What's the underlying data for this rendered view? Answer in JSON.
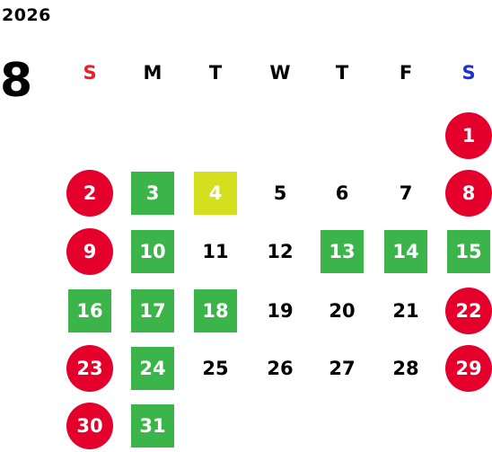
{
  "calendar": {
    "year": "2026",
    "month": "8",
    "weekdays": [
      {
        "label": "S",
        "color": "#e8202a"
      },
      {
        "label": "M",
        "color": "#000000"
      },
      {
        "label": "T",
        "color": "#000000"
      },
      {
        "label": "W",
        "color": "#000000"
      },
      {
        "label": "T",
        "color": "#000000"
      },
      {
        "label": "F",
        "color": "#000000"
      },
      {
        "label": "S",
        "color": "#1f2fd6"
      }
    ],
    "colors": {
      "holiday": "#e4002b",
      "highlight": "#3bb54a",
      "today": "#d4df1e"
    },
    "days": [
      {
        "label": "1",
        "week": 0,
        "col": 6,
        "style": "holiday"
      },
      {
        "label": "2",
        "week": 1,
        "col": 0,
        "style": "holiday"
      },
      {
        "label": "3",
        "week": 1,
        "col": 1,
        "style": "highlight"
      },
      {
        "label": "4",
        "week": 1,
        "col": 2,
        "style": "today"
      },
      {
        "label": "5",
        "week": 1,
        "col": 3,
        "style": "plain"
      },
      {
        "label": "6",
        "week": 1,
        "col": 4,
        "style": "plain"
      },
      {
        "label": "7",
        "week": 1,
        "col": 5,
        "style": "plain"
      },
      {
        "label": "8",
        "week": 1,
        "col": 6,
        "style": "holiday"
      },
      {
        "label": "9",
        "week": 2,
        "col": 0,
        "style": "holiday"
      },
      {
        "label": "10",
        "week": 2,
        "col": 1,
        "style": "highlight"
      },
      {
        "label": "11",
        "week": 2,
        "col": 2,
        "style": "plain"
      },
      {
        "label": "12",
        "week": 2,
        "col": 3,
        "style": "plain"
      },
      {
        "label": "13",
        "week": 2,
        "col": 4,
        "style": "highlight"
      },
      {
        "label": "14",
        "week": 2,
        "col": 5,
        "style": "highlight"
      },
      {
        "label": "15",
        "week": 2,
        "col": 6,
        "style": "highlight"
      },
      {
        "label": "16",
        "week": 3,
        "col": 0,
        "style": "highlight"
      },
      {
        "label": "17",
        "week": 3,
        "col": 1,
        "style": "highlight"
      },
      {
        "label": "18",
        "week": 3,
        "col": 2,
        "style": "highlight"
      },
      {
        "label": "19",
        "week": 3,
        "col": 3,
        "style": "plain"
      },
      {
        "label": "20",
        "week": 3,
        "col": 4,
        "style": "plain"
      },
      {
        "label": "21",
        "week": 3,
        "col": 5,
        "style": "plain"
      },
      {
        "label": "22",
        "week": 3,
        "col": 6,
        "style": "holiday"
      },
      {
        "label": "23",
        "week": 4,
        "col": 0,
        "style": "holiday"
      },
      {
        "label": "24",
        "week": 4,
        "col": 1,
        "style": "highlight"
      },
      {
        "label": "25",
        "week": 4,
        "col": 2,
        "style": "plain"
      },
      {
        "label": "26",
        "week": 4,
        "col": 3,
        "style": "plain"
      },
      {
        "label": "27",
        "week": 4,
        "col": 4,
        "style": "plain"
      },
      {
        "label": "28",
        "week": 4,
        "col": 5,
        "style": "plain"
      },
      {
        "label": "29",
        "week": 4,
        "col": 6,
        "style": "holiday"
      },
      {
        "label": "30",
        "week": 5,
        "col": 0,
        "style": "holiday"
      },
      {
        "label": "31",
        "week": 5,
        "col": 1,
        "style": "highlight"
      }
    ]
  }
}
